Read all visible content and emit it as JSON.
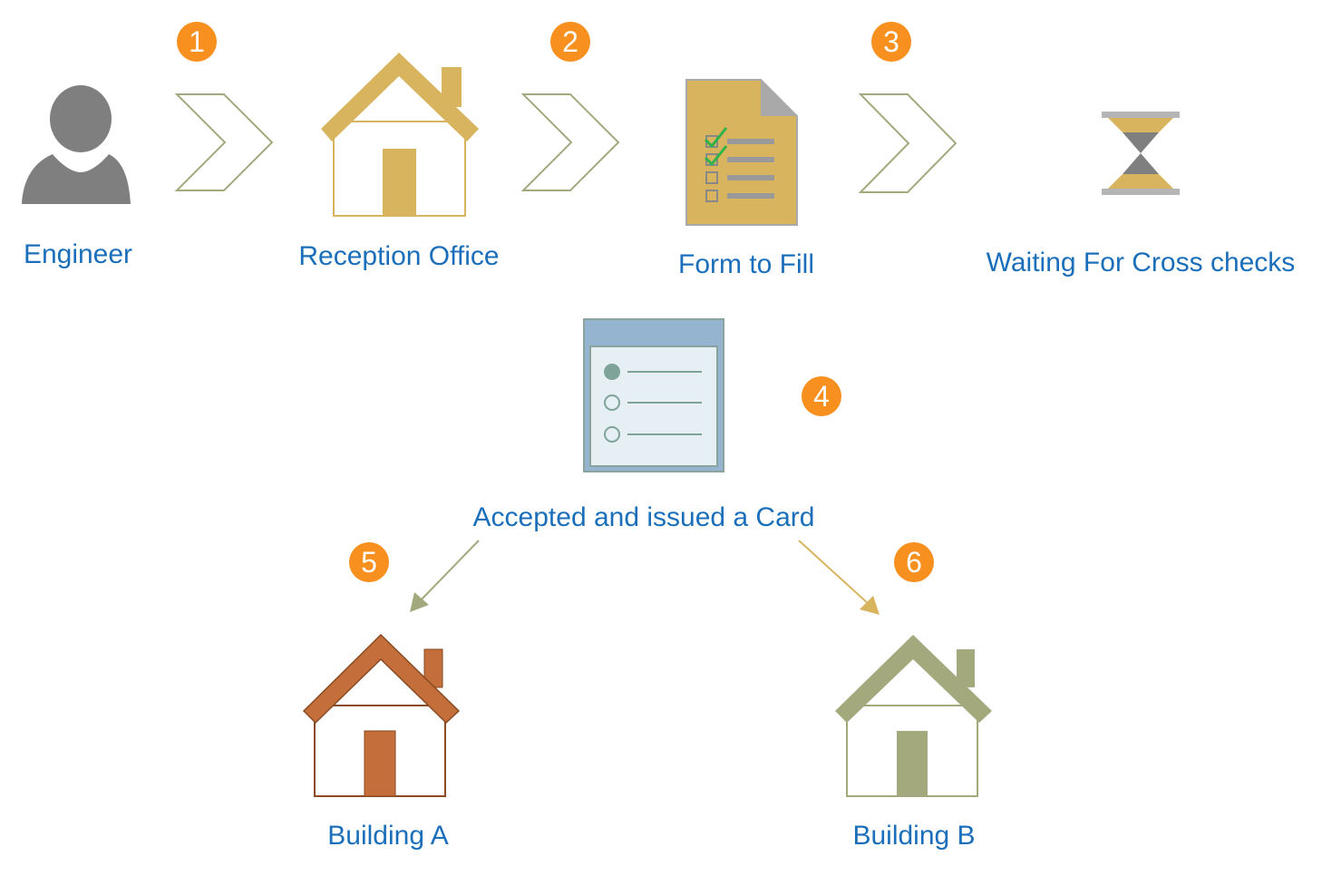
{
  "steps": [
    {
      "number": "1",
      "label": "Engineer"
    },
    {
      "number": "2",
      "label": "Reception Office"
    },
    {
      "number": "3",
      "label": "Form to Fill"
    },
    {
      "number": "",
      "label": "Waiting For Cross checks"
    },
    {
      "number": "4",
      "label": "Accepted and issued a Card"
    },
    {
      "number": "5",
      "label": "Building A"
    },
    {
      "number": "6",
      "label": "Building B"
    }
  ],
  "icons": [
    "person-icon",
    "house-icon",
    "form-icon",
    "hourglass-icon",
    "card-icon",
    "house-icon",
    "house-icon"
  ],
  "colors": {
    "label_text": "#1b6fba",
    "badge": "#f7901e",
    "person": "#7f7f7f",
    "reception_house": "#d8b45f",
    "form": "#d8b45f",
    "card_header": "#94b4d0",
    "card_body": "#e6f0f4",
    "building_a": "#c46f3b",
    "building_b": "#a4a97d",
    "arrow_left": "#a4a97d",
    "arrow_right": "#d8b45f"
  }
}
